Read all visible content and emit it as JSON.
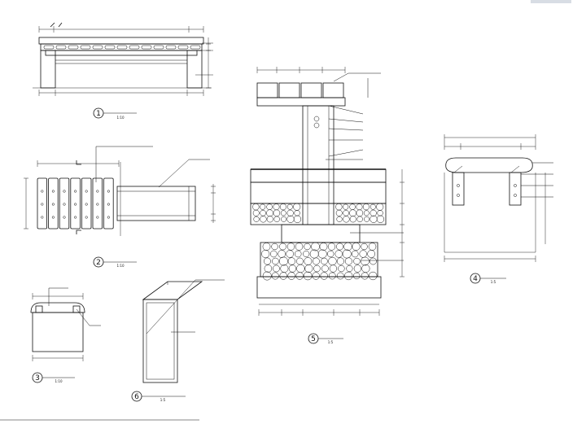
{
  "details": [
    {
      "num": "1",
      "scale": "1:10"
    },
    {
      "num": "2",
      "scale": "1:10"
    },
    {
      "num": "3",
      "scale": "1:10"
    },
    {
      "num": "4",
      "scale": "1:5"
    },
    {
      "num": "5",
      "scale": "1:5"
    },
    {
      "num": "6",
      "scale": "1:5"
    }
  ],
  "colors": {
    "line": "#111111",
    "paper": "#ffffff"
  }
}
